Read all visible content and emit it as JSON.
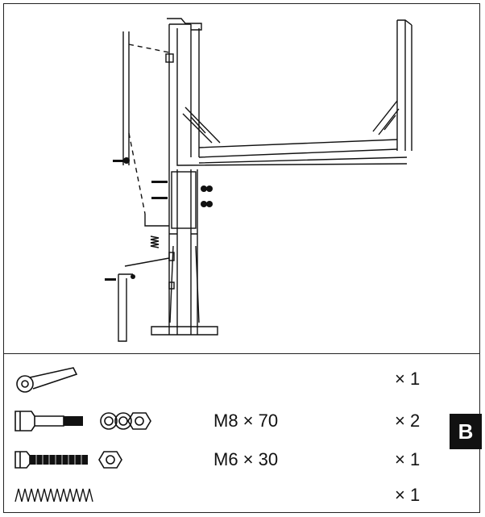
{
  "parts": [
    {
      "icon": "wrench-icon",
      "spec": "",
      "qty": "× 1"
    },
    {
      "icon": "bolt-washer-nut-icon",
      "spec": "M8 × 70",
      "qty": "× 2"
    },
    {
      "icon": "bolt-nut-icon",
      "spec": "M6 × 30",
      "qty": "× 1"
    },
    {
      "icon": "spring-icon",
      "spec": "",
      "qty": "× 1"
    }
  ],
  "step": {
    "label": "B"
  }
}
